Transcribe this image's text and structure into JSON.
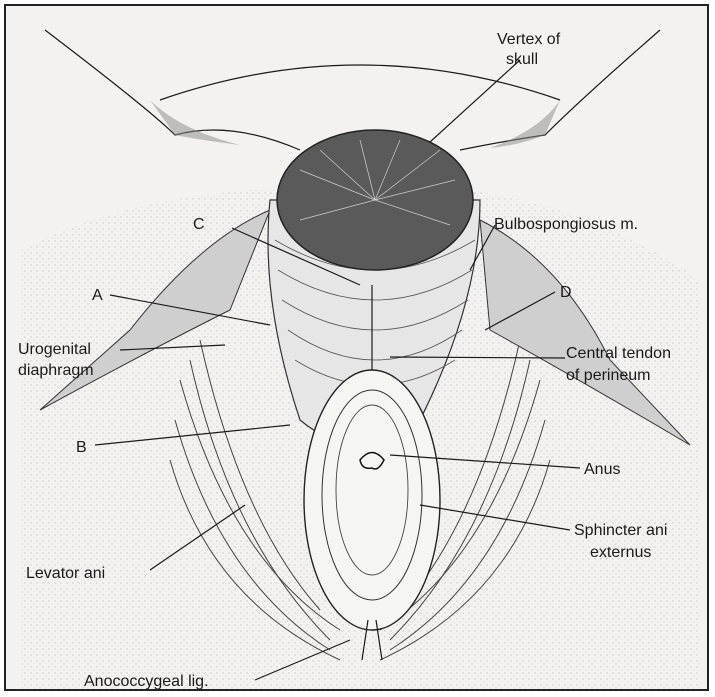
{
  "figure": {
    "labels": {
      "vertex": [
        "Vertex of",
        "skull"
      ],
      "c": "C",
      "bulbospongiosus": "Bulbospongiosus m.",
      "a": "A",
      "d": "D",
      "urogenital": [
        "Urogenital",
        "diaphragm"
      ],
      "central_tendon": [
        "Central tendon",
        "of perineum"
      ],
      "b": "B",
      "anus": "Anus",
      "sphincter": [
        "Sphincter ani",
        "externus"
      ],
      "levator": "Levator ani",
      "anococcygeal": "Anococcygeal lig."
    }
  }
}
